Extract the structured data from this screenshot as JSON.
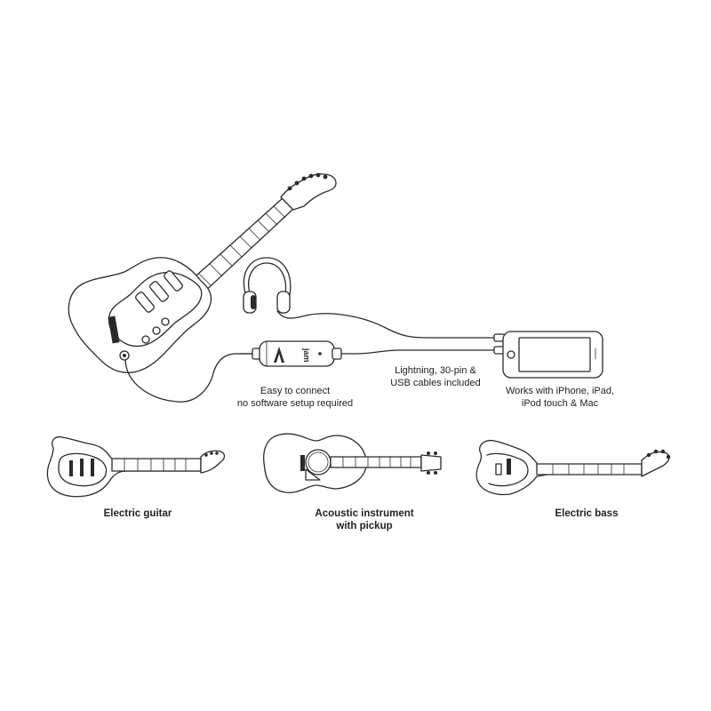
{
  "captions": {
    "connect": [
      "Easy to connect",
      "no software setup required"
    ],
    "cables": [
      "Lightning, 30-pin &",
      "USB cables included"
    ],
    "works": [
      "Works with iPhone, iPad,",
      "iPod touch & Mac"
    ],
    "electric_guitar": "Electric guitar",
    "acoustic": [
      "Acoustic instrument",
      "with pickup"
    ],
    "electric_bass": "Electric bass"
  },
  "device": {
    "label": "jam"
  }
}
